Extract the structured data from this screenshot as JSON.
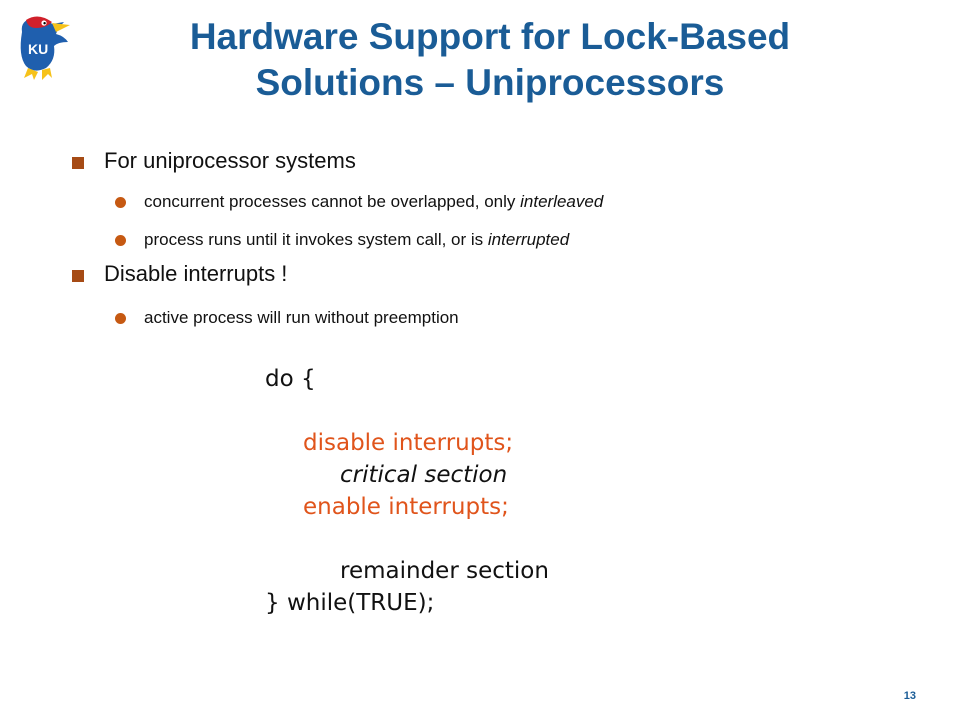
{
  "slide": {
    "title_line1": "Hardware Support for Lock-Based",
    "title_line2": "Solutions – Uniprocessors",
    "bullets": [
      {
        "text": "For uniprocessor systems",
        "sub": [
          {
            "text": "concurrent processes cannot be overlapped, only ",
            "emph": "interleaved"
          },
          {
            "text": "process runs until it invokes system call, or is ",
            "emph": "interrupted"
          }
        ]
      },
      {
        "text": "Disable interrupts !",
        "sub": [
          {
            "text": "active process will run without preemption",
            "emph": ""
          }
        ]
      }
    ],
    "code": {
      "line1": "do {",
      "line2": "disable interrupts;",
      "line3": "critical section",
      "line4": "enable interrupts;",
      "line5": "remainder section",
      "line6": "} while(TRUE);"
    },
    "page_number": "13",
    "logo_text": "KU",
    "colors": {
      "title": "#1a5c96",
      "bullet_square": "#a64b15",
      "bullet_dot": "#c65912",
      "code_highlight": "#e0541b"
    }
  }
}
